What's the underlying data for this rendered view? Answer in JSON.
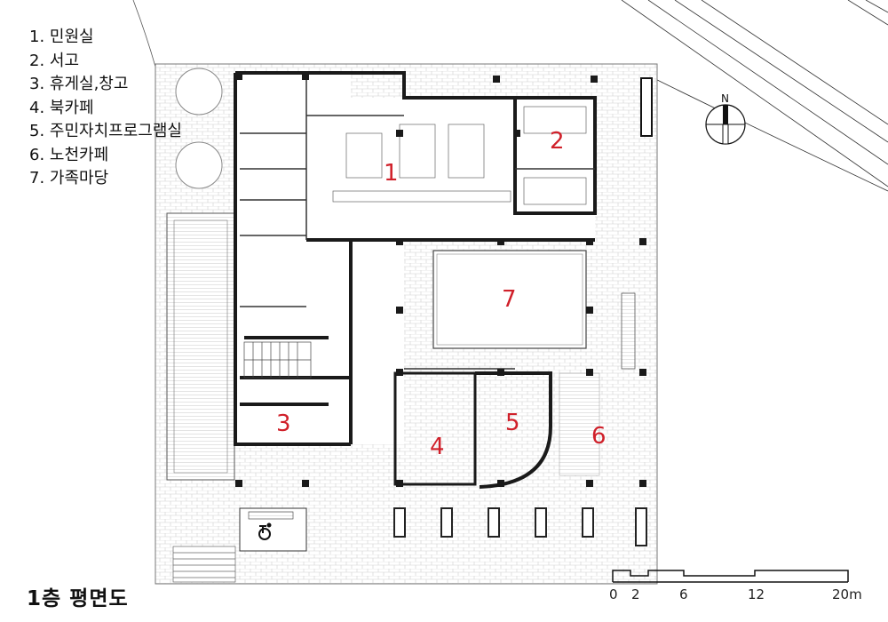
{
  "legend": [
    "1. 민원실",
    "2. 서고",
    "3. 휴게실,창고",
    "4. 북카페",
    "5. 주민자치프로그램실",
    "6. 노천카페",
    "7. 가족마당"
  ],
  "title": "1층 평면도",
  "north": "N",
  "scale": [
    "0",
    "2",
    "6",
    "12",
    "20m"
  ],
  "rooms": [
    "1",
    "2",
    "3",
    "4",
    "5",
    "6",
    "7"
  ],
  "colors": {
    "room_number": "#d0202a",
    "wall": "#1a1a1a",
    "line": "#555555"
  }
}
